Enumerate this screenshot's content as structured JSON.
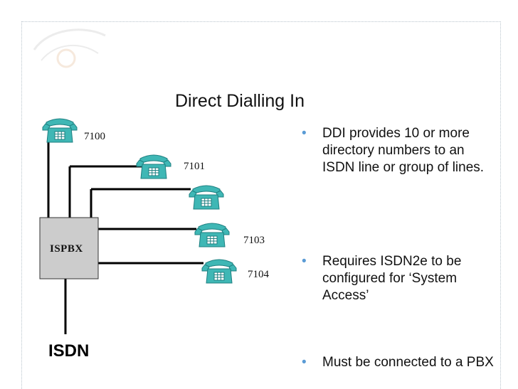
{
  "title": "Direct Dialling In",
  "pbx_label": "ISPBX",
  "line_label": "ISDN",
  "extensions": [
    "7100",
    "7101",
    "7103",
    "7104"
  ],
  "bullets": [
    " DDI provides 10 or more directory numbers to an ISDN line or group of lines.",
    " Requires ISDN2e to be configured for ‘System Access’",
    " Must be connected to a PBX"
  ],
  "colors": {
    "phone_fill": "#3fb7b5",
    "phone_dark": "#1e7f80",
    "pbx_fill": "#cccccc",
    "bullet": "#5a9bd5"
  }
}
